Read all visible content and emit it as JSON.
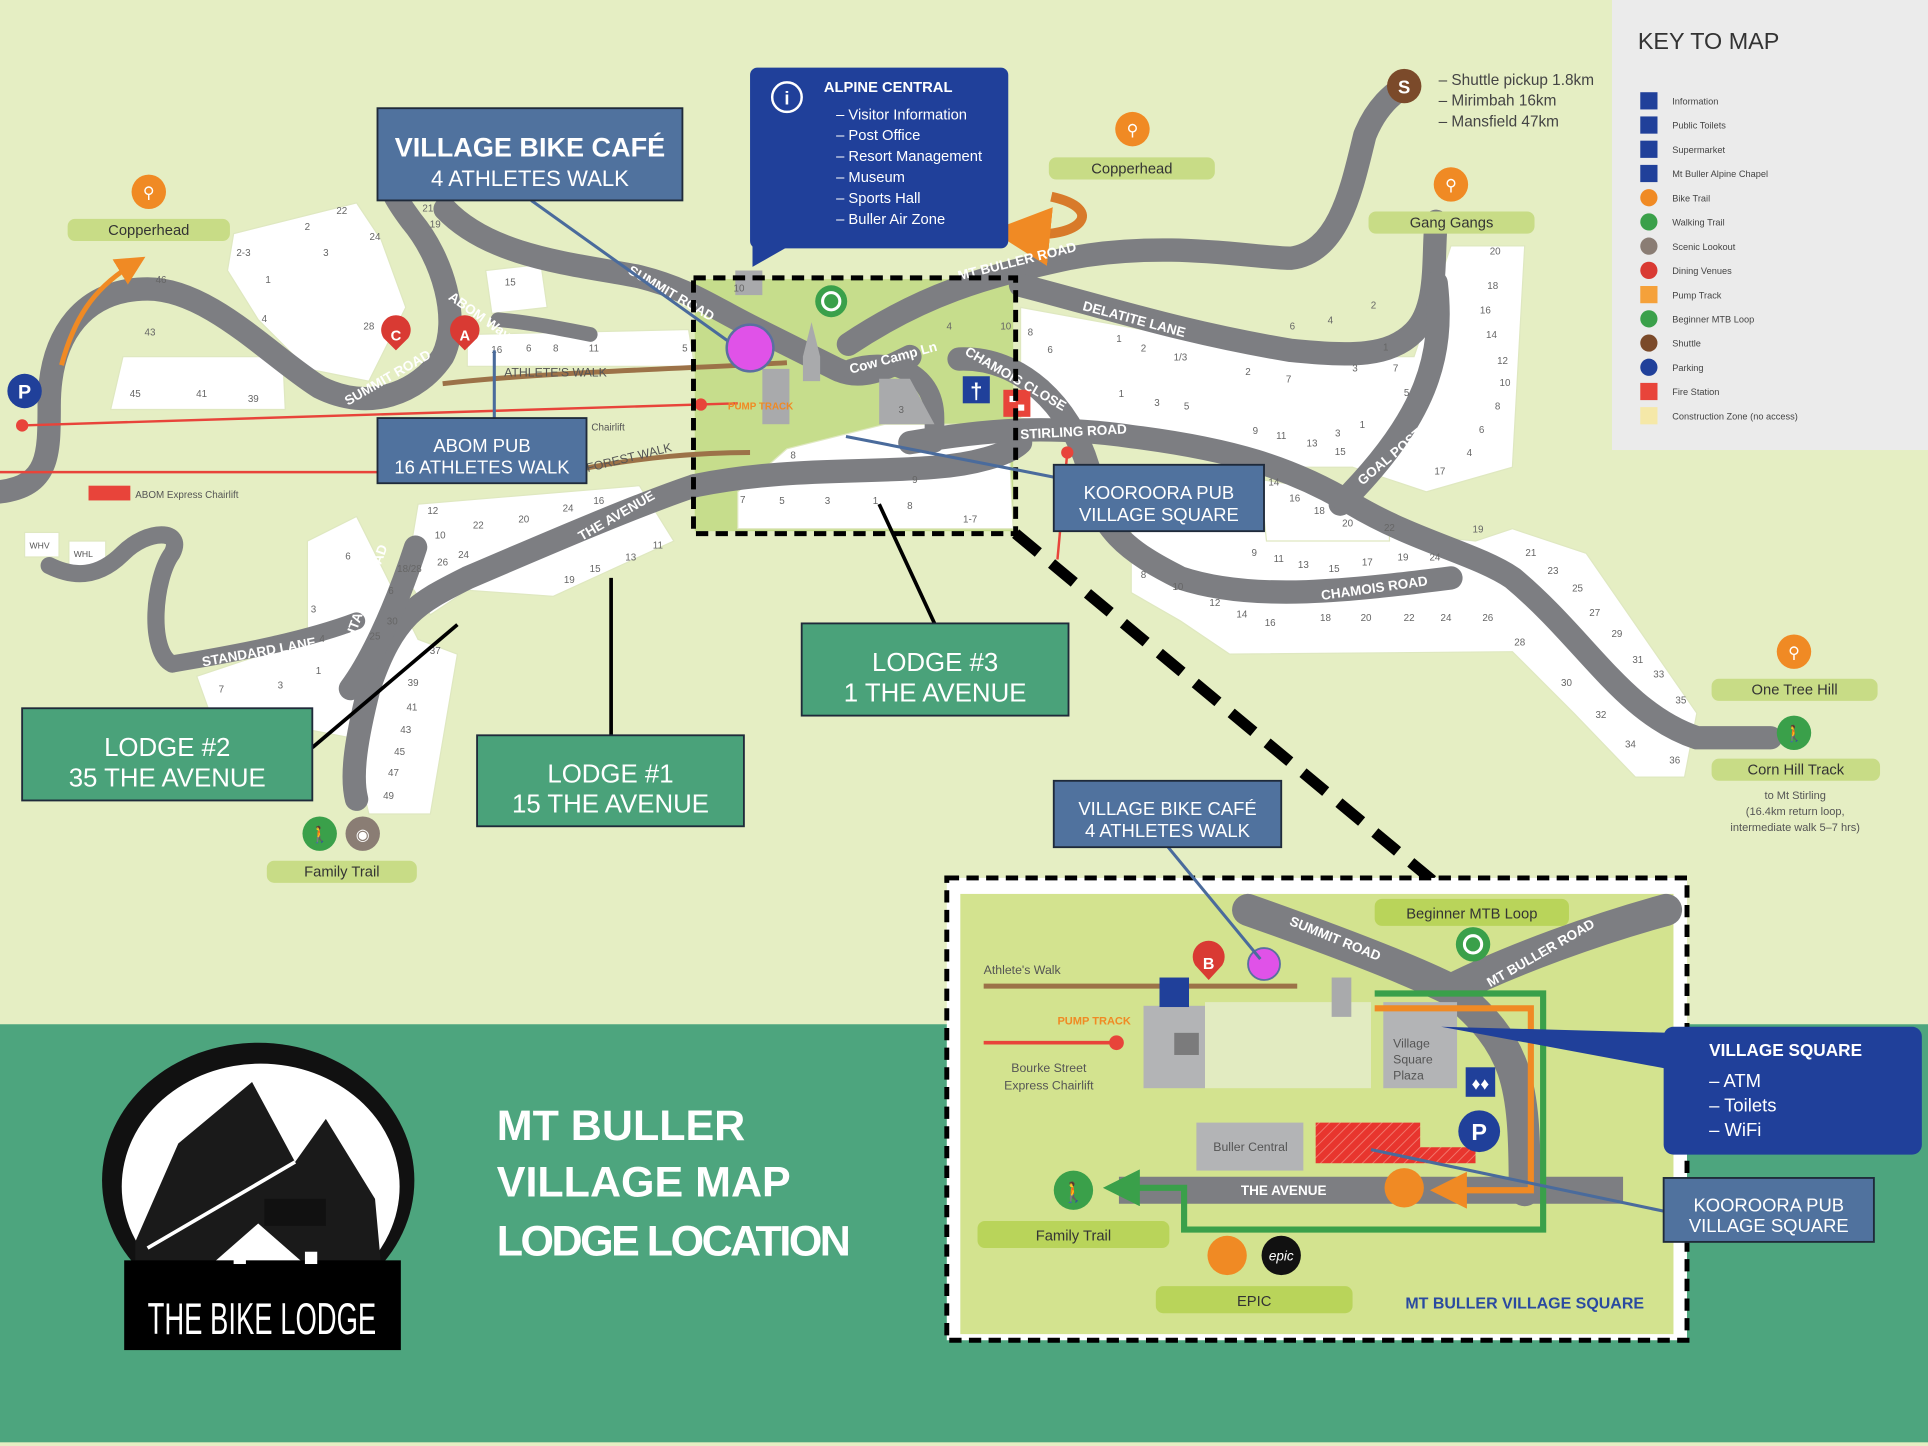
{
  "title": {
    "line1": "MT BULLER",
    "line2": "VILLAGE MAP",
    "line3": "LODGE LOCATION"
  },
  "logo": {
    "text": "THE BIKE LODGE"
  },
  "colors": {
    "map_bg": "#e5eec3",
    "band": "#4da57e",
    "road": "#7d7e82",
    "label_blue": "#50729e",
    "lodge_green": "#4aa27a",
    "info_blue": "#20409a",
    "marker": "#e052e8"
  },
  "callouts": {
    "village_bike_cafe_top": {
      "line1": "VILLAGE BIKE CAFÉ",
      "line2": "4 ATHLETES WALK"
    },
    "abom_pub": {
      "line1": "ABOM PUB",
      "line2": "16 ATHLETES WALK"
    },
    "kooroora_top": {
      "line1": "KOOROORA PUB",
      "line2": "VILLAGE SQUARE"
    },
    "lodge3": {
      "line1": "LODGE #3",
      "line2": "1 THE AVENUE"
    },
    "lodge2": {
      "line1": "LODGE #2",
      "line2": "35 THE AVENUE"
    },
    "lodge1": {
      "line1": "LODGE #1",
      "line2": "15 THE AVENUE"
    },
    "village_bike_cafe_inset": {
      "line1": "VILLAGE BIKE CAFÉ",
      "line2": "4 ATHLETES WALK"
    },
    "kooroora_inset": {
      "line1": "KOOROORA PUB",
      "line2": "VILLAGE SQUARE"
    }
  },
  "alpine_central": {
    "title": "ALPINE CENTRAL",
    "items": [
      "– Visitor Information",
      "– Post Office",
      "– Resort Management",
      "– Museum",
      "– Sports Hall",
      "– Buller Air Zone"
    ]
  },
  "shuttle": {
    "letter": "S",
    "lines": [
      "– Shuttle pickup 1.8km",
      "– Mirimbah 16km",
      "– Mansfield 47km"
    ]
  },
  "trails": {
    "copperhead_left": "Copperhead",
    "copperhead_right": "Copperhead",
    "gang_gangs": "Gang Gangs",
    "one_tree_hill": "One Tree Hill",
    "corn_hill": "Corn Hill Track",
    "corn_hill_note": [
      "to Mt Stirling",
      "(16.4km return loop,",
      "intermediate walk 5–7 hrs)"
    ],
    "family_trail": "Family Trail"
  },
  "streets": {
    "summit_road_w": "SUMMIT ROAD",
    "summit_road_n": "SUMMIT ROAD",
    "mt_buller_road": "MT BULLER ROAD",
    "delatite_lane": "DELATITE LANE",
    "chamois_close": "CHAMOIS CLOSE",
    "stirling_road": "STIRLING ROAD",
    "goal_post_rd": "GOAL POST RD",
    "chamois_road": "CHAMOIS ROAD",
    "the_avenue": "THE AVENUE",
    "breathtaker_road": "BREATHTAKER ROAD",
    "standard_lane": "STANDARD LANE",
    "abom_way": "ABOM Way",
    "cow_camp_ln": "Cow Camp Ln",
    "athletes_walk": "ATHLETE'S WALK",
    "forest_walk": "FOREST WALK",
    "abom_chairlift": "ABOM Express Chairlift",
    "chairlift": "Chairlift",
    "whv": "WHV",
    "whl": "WHL",
    "pump_track": "PUMP TRACK"
  },
  "dining_markers": {
    "a": "A",
    "b": "B",
    "c": "C"
  },
  "parking_letter": "P",
  "lots": [
    "22",
    "2",
    "2-3",
    "1",
    "46",
    "3",
    "24",
    "21",
    "19",
    "15",
    "4",
    "43",
    "45",
    "41",
    "39",
    "28",
    "6",
    "8",
    "11",
    "5",
    "16",
    "10",
    "4",
    "10",
    "3",
    "8",
    "7",
    "5",
    "3",
    "1",
    "9",
    "8",
    "1-7",
    "8",
    "6",
    "1",
    "2",
    "1/3",
    "1",
    "3",
    "5",
    "2",
    "7",
    "2",
    "4",
    "6",
    "1",
    "3",
    "7",
    "5",
    "1",
    "3",
    "9",
    "11",
    "13",
    "15",
    "20",
    "18",
    "16",
    "14",
    "12",
    "10",
    "8",
    "6",
    "4",
    "17",
    "14",
    "16",
    "18",
    "20",
    "22",
    "19",
    "21",
    "23",
    "25",
    "27",
    "29",
    "31",
    "33",
    "35",
    "30",
    "32",
    "34",
    "36",
    "28",
    "26",
    "24",
    "22",
    "20",
    "18",
    "16",
    "14",
    "12",
    "10",
    "8",
    "9",
    "11",
    "13",
    "15",
    "17",
    "19",
    "24",
    "12",
    "10",
    "26",
    "24",
    "22",
    "20",
    "24",
    "16",
    "19",
    "15",
    "13",
    "11",
    "6",
    "3",
    "4",
    "1",
    "3",
    "7",
    "18/28",
    "6",
    "30",
    "25",
    "37",
    "39",
    "41",
    "43",
    "45",
    "47",
    "49"
  ],
  "key": {
    "title": "KEY TO MAP",
    "items": [
      {
        "icon": "information-icon",
        "label": "Information"
      },
      {
        "icon": "toilets-icon",
        "label": "Public Toilets"
      },
      {
        "icon": "supermarket-icon",
        "label": "Supermarket"
      },
      {
        "icon": "chapel-icon",
        "label": "Mt Buller Alpine Chapel"
      },
      {
        "icon": "bike-trail-icon",
        "label": "Bike Trail"
      },
      {
        "icon": "walking-trail-icon",
        "label": "Walking Trail"
      },
      {
        "icon": "scenic-lookout-icon",
        "label": "Scenic Lookout"
      },
      {
        "icon": "dining-icon",
        "label": "Dining Venues"
      },
      {
        "icon": "pump-track-icon",
        "label": "Pump Track"
      },
      {
        "icon": "mtb-loop-icon",
        "label": "Beginner MTB Loop"
      },
      {
        "icon": "shuttle-icon",
        "label": "Shuttle"
      },
      {
        "icon": "parking-icon",
        "label": "Parking"
      },
      {
        "icon": "fire-station-icon",
        "label": "Fire Station"
      },
      {
        "icon": "construction-zone-icon",
        "label": "Construction Zone (no access)"
      }
    ]
  },
  "inset": {
    "beginner_mtb_loop": "Beginner MTB Loop",
    "summit_road": "SUMMIT ROAD",
    "mt_buller_road": "MT BULLER ROAD",
    "athletes_walk": "Athlete's Walk",
    "pump_track": "PUMP TRACK",
    "chairlift_line1": "Bourke Street",
    "chairlift_line2": "Express Chairlift",
    "plaza": [
      "Village",
      "Square",
      "Plaza"
    ],
    "buller_central": "Buller Central",
    "the_avenue": "THE AVENUE",
    "family_trail": "Family Trail",
    "epic": "EPIC",
    "epic_logo": "epic",
    "caption": "MT BULLER VILLAGE SQUARE",
    "dining_b": "B",
    "parking": "P",
    "village_square": {
      "title": "VILLAGE SQUARE",
      "items": [
        "– ATM",
        "– Toilets",
        "– WiFi"
      ]
    }
  }
}
